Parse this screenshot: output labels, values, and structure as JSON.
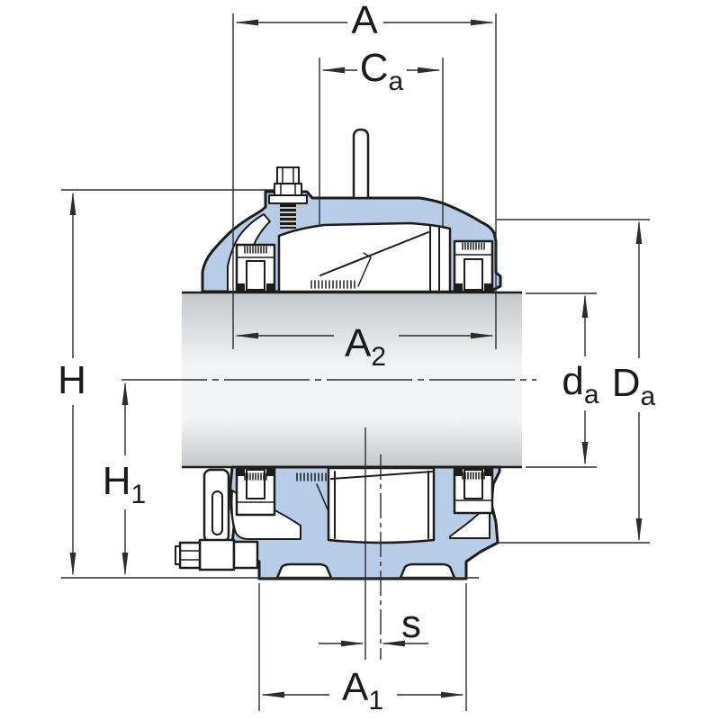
{
  "figure": {
    "kind": "bearing-housing-cross-section-drawing",
    "labels": {
      "A": {
        "main": "A",
        "sub": ""
      },
      "Ca": {
        "main": "C",
        "sub": "a"
      },
      "A2": {
        "main": "A",
        "sub": "2"
      },
      "H": {
        "main": "H",
        "sub": ""
      },
      "H1": {
        "main": "H",
        "sub": "1"
      },
      "da": {
        "main": "d",
        "sub": "a"
      },
      "Da": {
        "main": "D",
        "sub": "a"
      },
      "s": {
        "main": "s",
        "sub": ""
      },
      "A1": {
        "main": "A",
        "sub": "1"
      }
    },
    "colors": {
      "housing_fill": "#b7cce7",
      "outline": "#1c1c1a",
      "dimension": "#2c2c2a",
      "label": "#1a1a1a",
      "shaft_dark": "#c3c7ca",
      "shaft_light": "#f3f4f5",
      "background": "#ffffff"
    }
  }
}
